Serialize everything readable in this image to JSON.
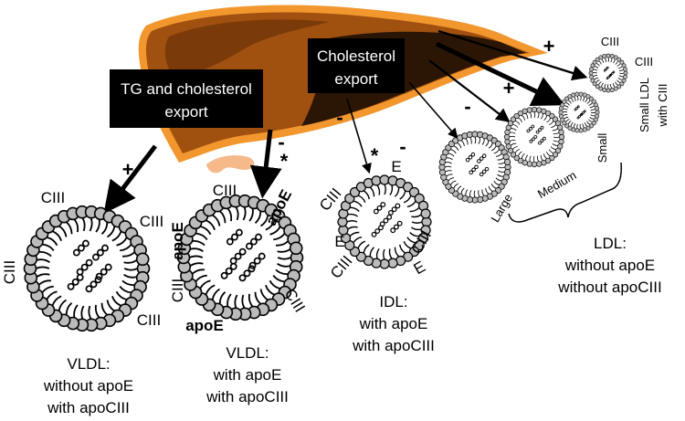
{
  "liver_boxes": {
    "tg_export": [
      "TG and cholesterol",
      "export"
    ],
    "chol_export": [
      "Cholesterol",
      "export"
    ]
  },
  "arrow_signs": {
    "vldl_no_apoe": "+",
    "vldl_apoe": "-",
    "vldl_apoe_star": "*",
    "idl": "-",
    "idl_star": "*",
    "ldl_large": "-",
    "ldl_medium": "-",
    "ldl_small": "+",
    "ldl_small_c3": "+"
  },
  "particles": {
    "vldl1": {
      "labels": [
        "CIII",
        "CIII",
        "CIII",
        "CIII"
      ],
      "caption": [
        "VLDL:",
        "without apoE",
        "with apoCIII"
      ]
    },
    "vldl2": {
      "labels": [
        "CIII",
        "apoE",
        "apoE",
        "CIII",
        "CIII",
        "apoE"
      ],
      "caption": [
        "VLDL:",
        "with apoE",
        "with apoCIII"
      ]
    },
    "idl": {
      "labels": [
        "CIII",
        "E",
        "E",
        "CIII",
        "E",
        "CIII"
      ],
      "caption": [
        "IDL:",
        "with apoE",
        "with apoCIII"
      ]
    },
    "ldl": {
      "size_labels": [
        "Large",
        "Medium",
        "Small"
      ],
      "caption": [
        "LDL:",
        "without apoE",
        "without apoCIII"
      ]
    },
    "small_ldl_c3": {
      "labels": [
        "CIII",
        "CIII"
      ],
      "caption": [
        "Small LDL",
        "with CIII"
      ]
    }
  },
  "colors": {
    "liver_fill": "#a0500f",
    "liver_dark": "#2b1605",
    "liver_rim": "#f2962e",
    "gallbladder": "#f5b98a",
    "bead": "#bbbbbb",
    "box": "#000000"
  }
}
